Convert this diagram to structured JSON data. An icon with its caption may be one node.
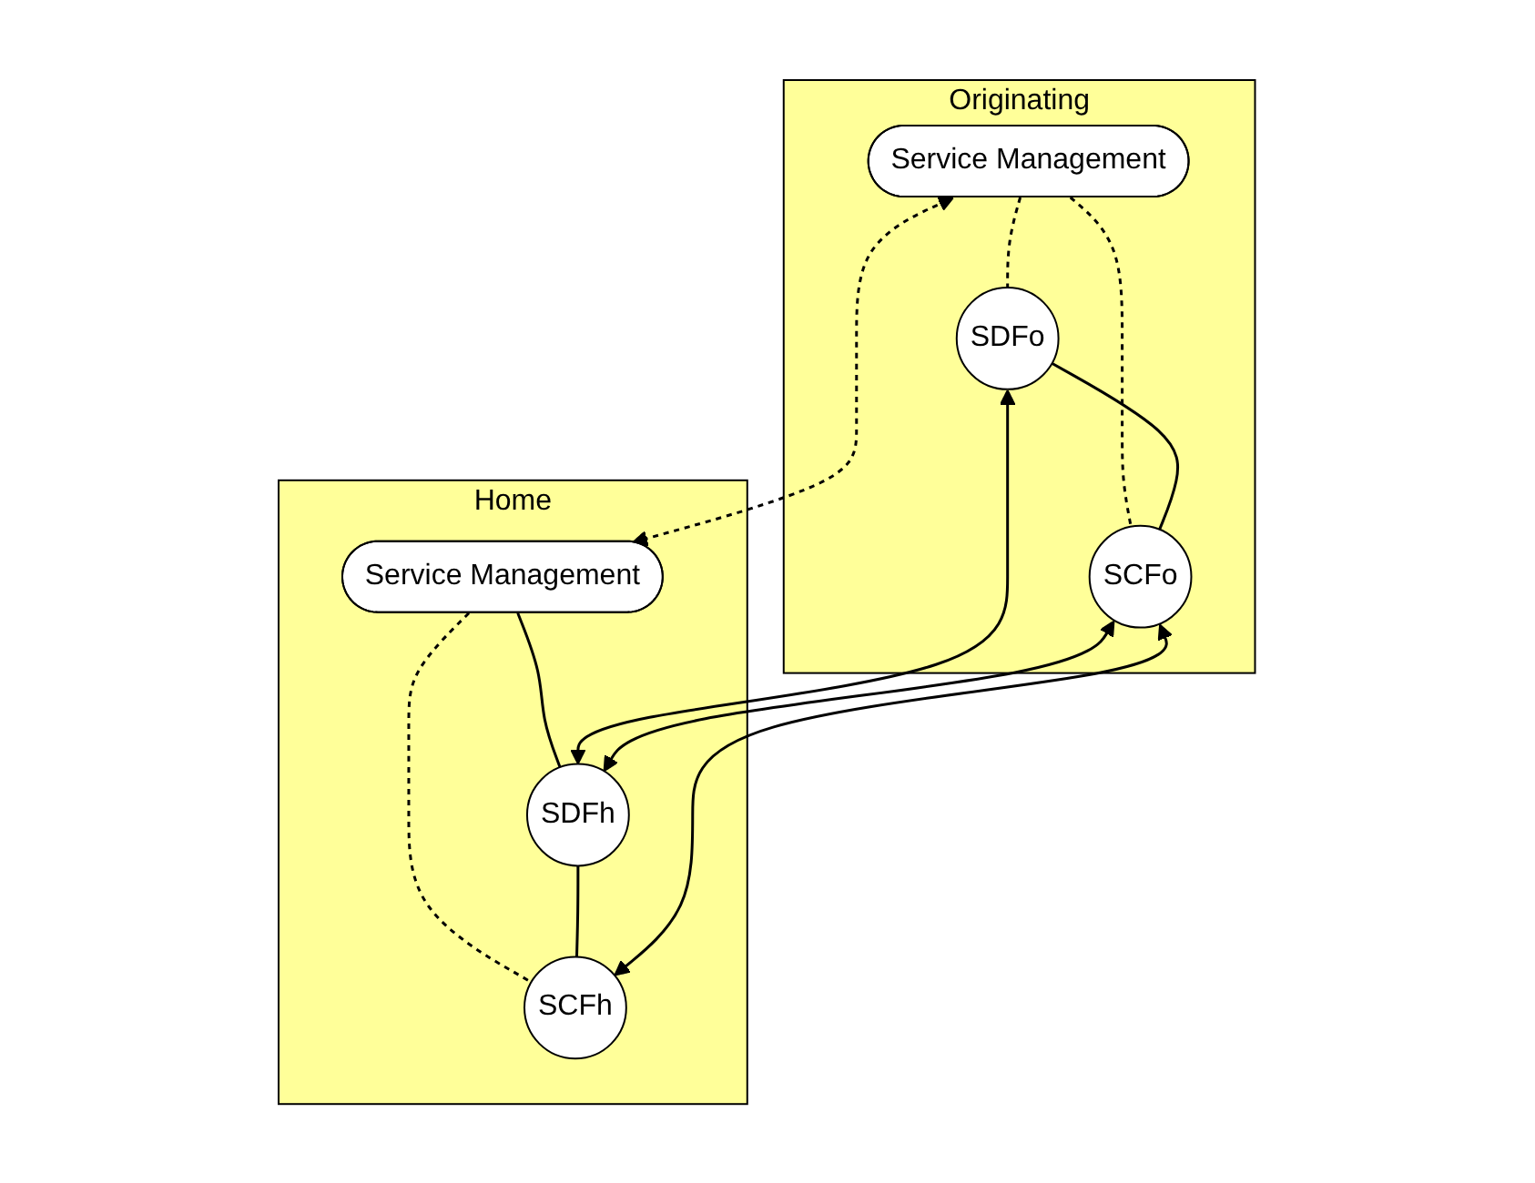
{
  "diagram": {
    "nodes": [
      {
        "text": [
          "Originating"
        ]
      },
      {
        "text": [
          "Service Management"
        ],
        "in": 0
      },
      {
        "text": [
          "SDFo"
        ],
        "in": 0
      },
      {
        "text": [
          "SCFo"
        ],
        "in": 0
      },
      {
        "text": [
          "Home"
        ]
      },
      {
        "text": [
          "Service Management"
        ],
        "in": 4
      },
      {
        "text": [
          "SDFh"
        ],
        "in": 4
      },
      {
        "text": [
          "SCFh"
        ],
        "in": 4
      }
    ],
    "edges": [
      {
        "from": 1,
        "to": 5,
        "arrow": "both",
        "style": "dashed"
      },
      {
        "from": 1,
        "to": 2,
        "arrow": "none",
        "style": "dashed"
      },
      {
        "from": 1,
        "to": 3,
        "arrow": "none",
        "style": "dashed"
      },
      {
        "from": 2,
        "to": 3,
        "arrow": "none"
      },
      {
        "from": 5,
        "to": 6,
        "arrow": "none"
      },
      {
        "from": 5,
        "to": 7,
        "arrow": "none",
        "style": "dashed"
      },
      {
        "from": 6,
        "to": 7,
        "arrow": "none"
      },
      {
        "from": 2,
        "to": 6,
        "arrow": "both"
      },
      {
        "from": 3,
        "to": 6,
        "arrow": "both"
      },
      {
        "from": 3,
        "to": 7,
        "arrow": "both"
      }
    ]
  }
}
